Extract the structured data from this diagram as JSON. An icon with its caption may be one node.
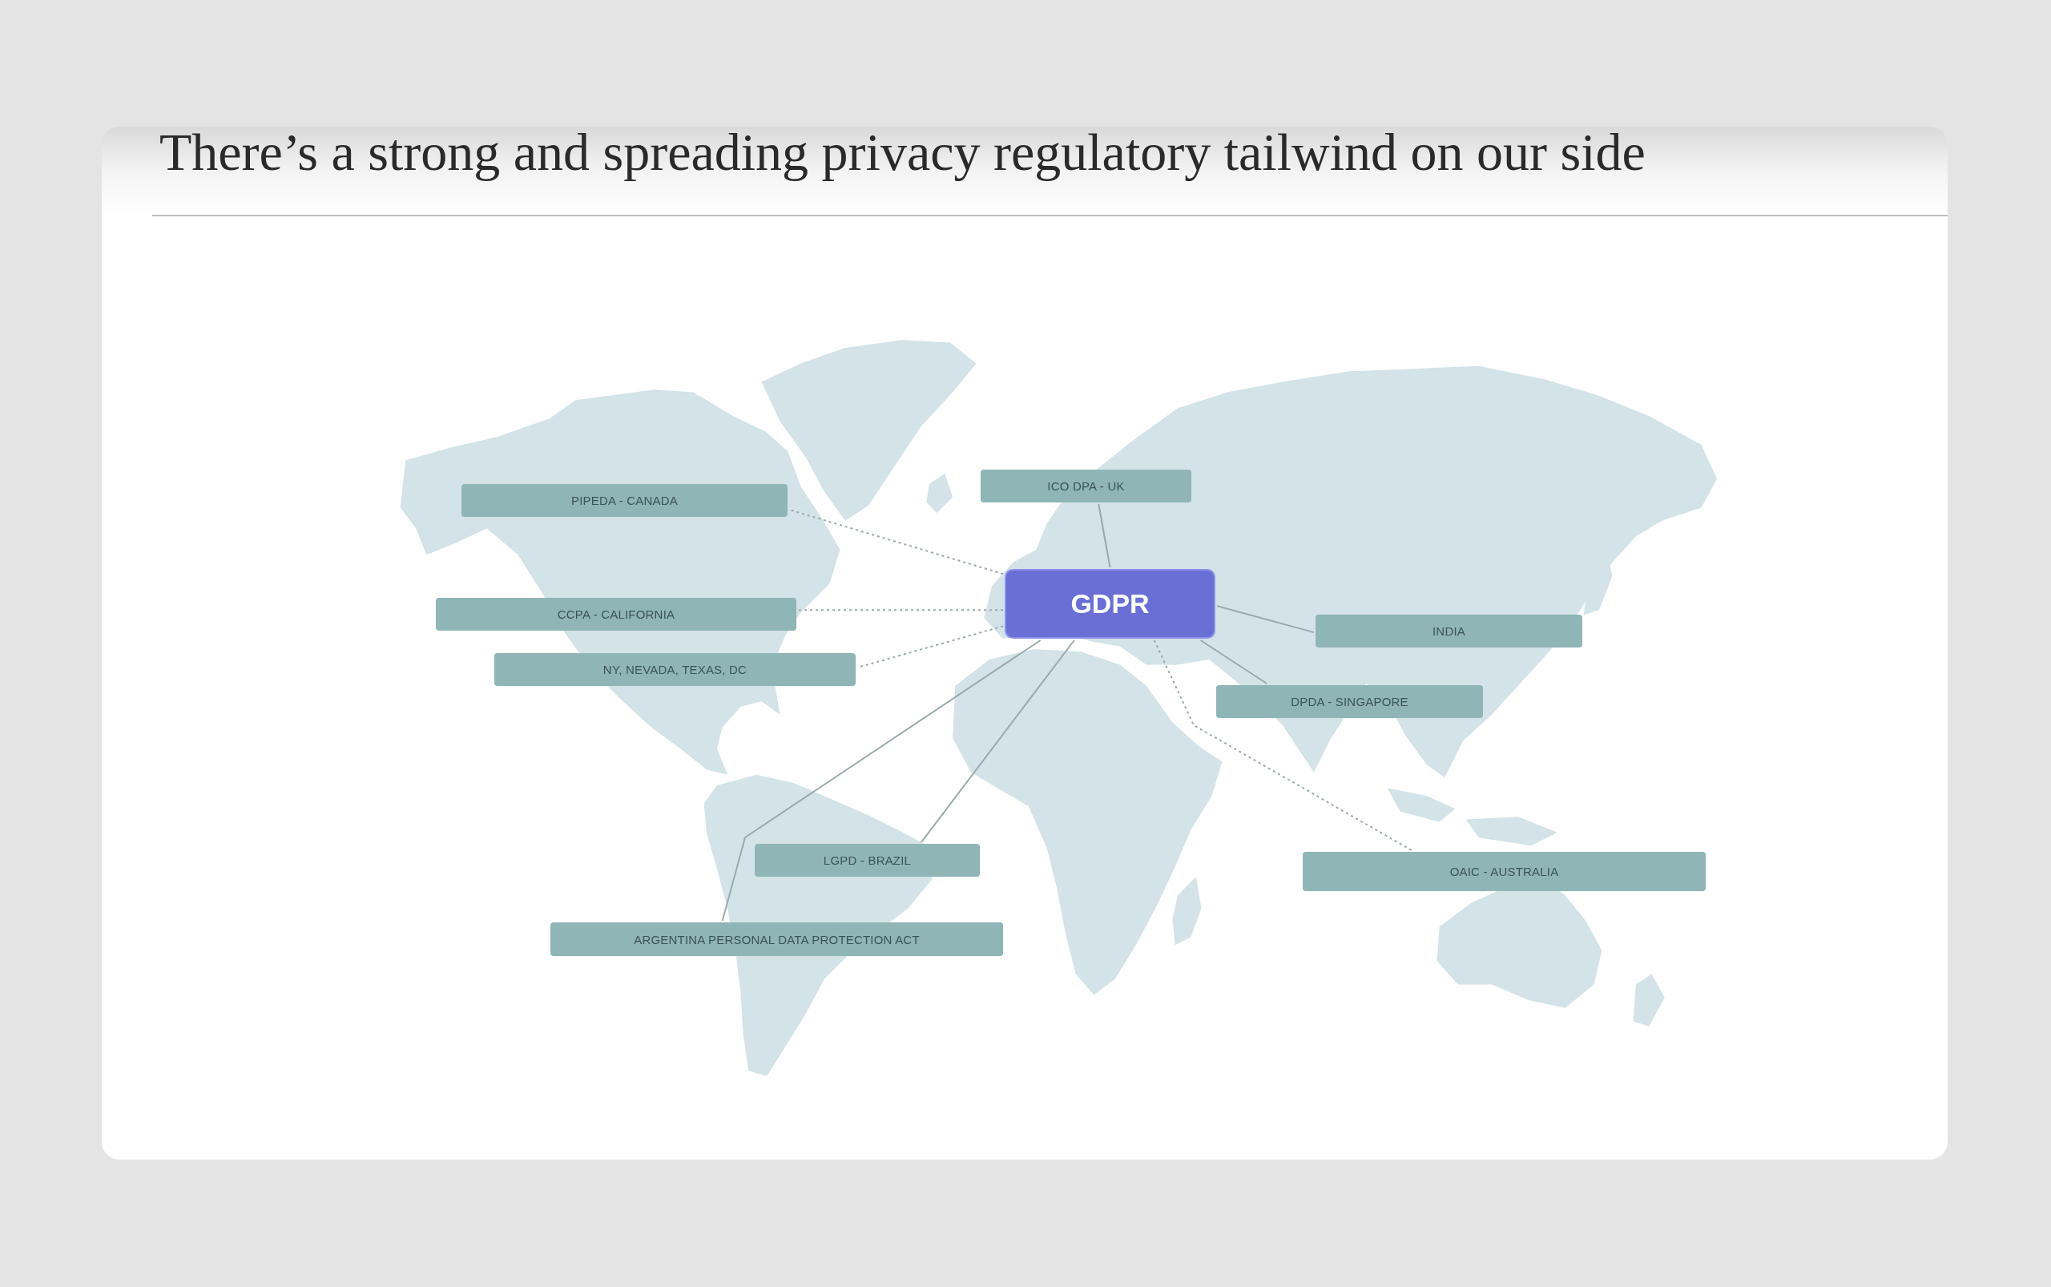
{
  "diagram": {
    "title": "There’s a strong and spreading privacy regulatory tailwind on our side",
    "nodes": [
      {
        "text": [
          "PIPEDA - CANADA"
        ]
      },
      {
        "text": [
          "ICO DPA - UK"
        ]
      },
      {
        "text": [
          "GDPR"
        ]
      },
      {
        "text": [
          "CCPA - CALIFORNIA"
        ]
      },
      {
        "text": [
          "INDIA"
        ]
      },
      {
        "text": [
          "NY, NEVADA, TEXAS, DC"
        ]
      },
      {
        "text": [
          "DPDA - SINGAPORE"
        ]
      },
      {
        "text": [
          "LGPD - BRAZIL"
        ]
      },
      {
        "text": [
          "OAIC - AUSTRALIA"
        ]
      },
      {
        "text": [
          "ARGENTINA PERSONAL DATA PROTECTION ACT"
        ]
      }
    ],
    "edges": [
      {
        "from": 2,
        "to": 0,
        "arrow": "none",
        "style": "dashed"
      },
      {
        "from": 2,
        "to": 1,
        "arrow": "none"
      },
      {
        "from": 2,
        "to": 3,
        "arrow": "none",
        "style": "dashed"
      },
      {
        "from": 2,
        "to": 4,
        "arrow": "none"
      },
      {
        "from": 2,
        "to": 5,
        "arrow": "none",
        "style": "dashed"
      },
      {
        "from": 2,
        "to": 6,
        "arrow": "none"
      },
      {
        "from": 2,
        "to": 7,
        "arrow": "none"
      },
      {
        "from": 2,
        "to": 8,
        "arrow": "none",
        "style": "dashed"
      },
      {
        "from": 2,
        "to": 9,
        "arrow": "none"
      }
    ]
  }
}
